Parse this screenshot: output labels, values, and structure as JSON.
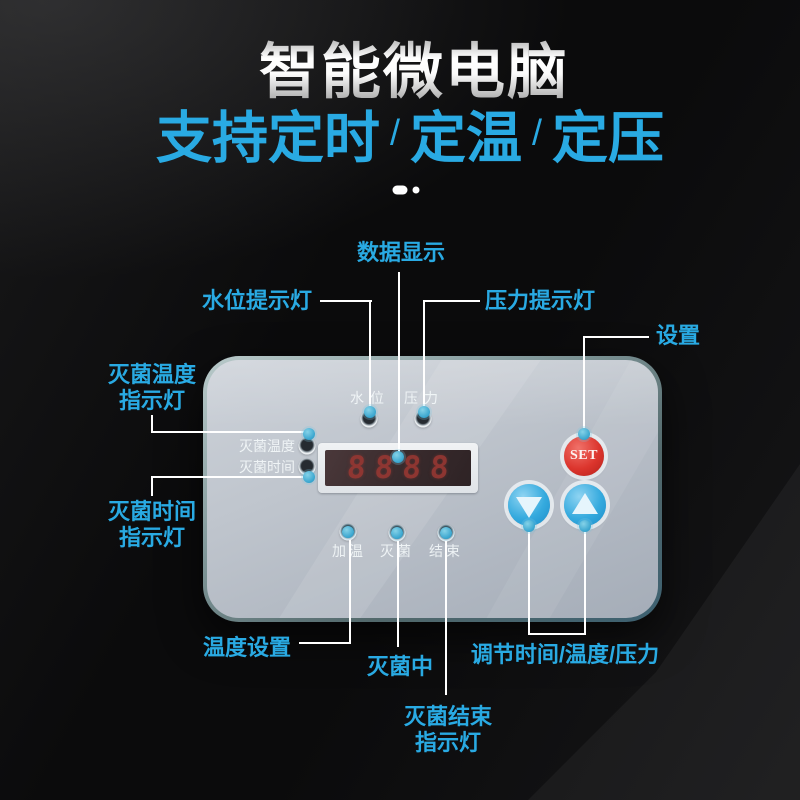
{
  "header": {
    "title": "智能微电脑",
    "sub_part1": "支持定时",
    "sub_slash1": "/",
    "sub_part2": "定温",
    "sub_slash2": "/",
    "sub_part3": "定压"
  },
  "callouts": {
    "data_display": "数据显示",
    "water_light": "水位提示灯",
    "pressure_light": "压力提示灯",
    "set_label": "设置",
    "steril_temp_line1": "灭菌温度",
    "steril_temp_line2": "指示灯",
    "steril_time_line1": "灭菌时间",
    "steril_time_line2": "指示灯",
    "temp_setting": "温度设置",
    "sterilizing": "灭菌中",
    "adjust": "调节时间/温度/压力",
    "steril_end_line1": "灭菌结束",
    "steril_end_line2": "指示灯"
  },
  "panel": {
    "water": "水位",
    "pressure": "压力",
    "steril_temp": "灭菌温度",
    "steril_time": "灭菌时间",
    "heat": "加温",
    "steril": "灭菌",
    "end": "结束",
    "display_value": "8888",
    "set_button": "SET"
  },
  "colors": {
    "accent_blue": "#29aae3",
    "callout_dot_teal": "#3aa6cf",
    "set_red": "#dc352d",
    "button_blue": "#35aade",
    "panel_silver": "#bfc5cd",
    "display_digit_red": "#96372f",
    "line_white": "#ffffff"
  }
}
